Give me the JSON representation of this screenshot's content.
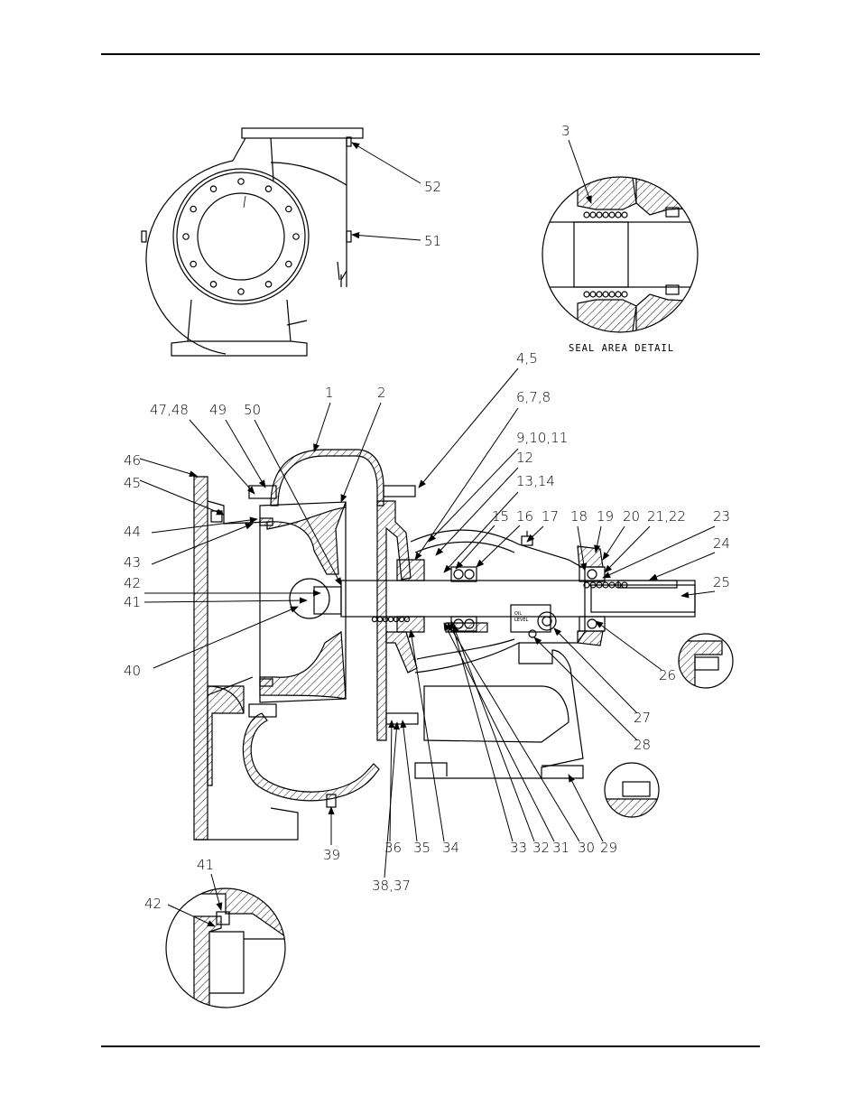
{
  "caption": "SEAL AREA DETAIL",
  "oil_level_label": [
    "OIL",
    "LEVEL"
  ],
  "callouts": [
    {
      "id": "c52",
      "text": "52"
    },
    {
      "id": "c51",
      "text": "51"
    },
    {
      "id": "c3",
      "text": "3"
    },
    {
      "id": "c1",
      "text": "1"
    },
    {
      "id": "c2",
      "text": "2"
    },
    {
      "id": "c45",
      "text": "4,5"
    },
    {
      "id": "c678",
      "text": "6,7,8"
    },
    {
      "id": "c91011",
      "text": "9,10,11"
    },
    {
      "id": "c12",
      "text": "12"
    },
    {
      "id": "c1314",
      "text": "13,14"
    },
    {
      "id": "c15",
      "text": "15"
    },
    {
      "id": "c16",
      "text": "16"
    },
    {
      "id": "c17",
      "text": "17"
    },
    {
      "id": "c18",
      "text": "18"
    },
    {
      "id": "c19",
      "text": "19"
    },
    {
      "id": "c20",
      "text": "20"
    },
    {
      "id": "c2122",
      "text": "21,22"
    },
    {
      "id": "c23",
      "text": "23"
    },
    {
      "id": "c24",
      "text": "24"
    },
    {
      "id": "c25",
      "text": "25"
    },
    {
      "id": "c26",
      "text": "26"
    },
    {
      "id": "c27",
      "text": "27"
    },
    {
      "id": "c28",
      "text": "28"
    },
    {
      "id": "c29",
      "text": "29"
    },
    {
      "id": "c30",
      "text": "30"
    },
    {
      "id": "c31",
      "text": "31"
    },
    {
      "id": "c32",
      "text": "32"
    },
    {
      "id": "c33",
      "text": "33"
    },
    {
      "id": "c34",
      "text": "34"
    },
    {
      "id": "c35",
      "text": "35"
    },
    {
      "id": "c36",
      "text": "36"
    },
    {
      "id": "c3837",
      "text": "38,37"
    },
    {
      "id": "c39",
      "text": "39"
    },
    {
      "id": "c40",
      "text": "40"
    },
    {
      "id": "c41",
      "text": "41"
    },
    {
      "id": "c42",
      "text": "42"
    },
    {
      "id": "c43",
      "text": "43"
    },
    {
      "id": "c44",
      "text": "44"
    },
    {
      "id": "c4748",
      "text": "47,48"
    },
    {
      "id": "c49",
      "text": "49"
    },
    {
      "id": "c50",
      "text": "50"
    },
    {
      "id": "c46",
      "text": "46"
    },
    {
      "id": "c45b",
      "text": "45"
    },
    {
      "id": "c41b",
      "text": "41"
    },
    {
      "id": "c42b",
      "text": "42"
    }
  ]
}
